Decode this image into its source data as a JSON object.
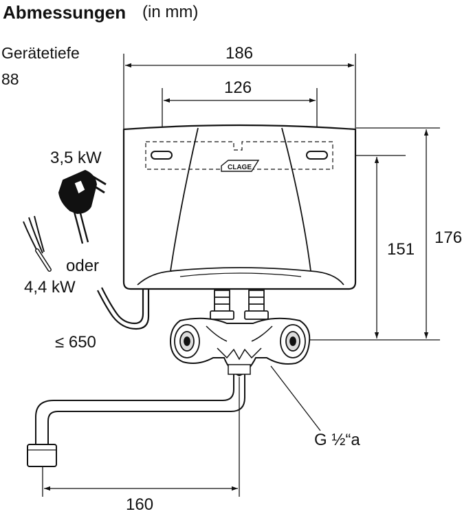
{
  "title": {
    "main": "Abmessungen",
    "unit": "(in mm)"
  },
  "depth": {
    "label": "Gerätetiefe",
    "value": "88"
  },
  "dimensions": {
    "width_total": "186",
    "mounting_distance": "126",
    "height_to_connection": "151",
    "height_total": "176",
    "spout_reach": "160"
  },
  "power": {
    "plug": "3,5 kW",
    "or": "oder",
    "hardwired": "4,4 kW"
  },
  "cable_length": "≤ 650",
  "thread": "G ½“a",
  "brand_logo_text": "CLAGE",
  "colors": {
    "line": "#111111",
    "fill": "#ffffff",
    "shade": "#dcdcdc"
  }
}
